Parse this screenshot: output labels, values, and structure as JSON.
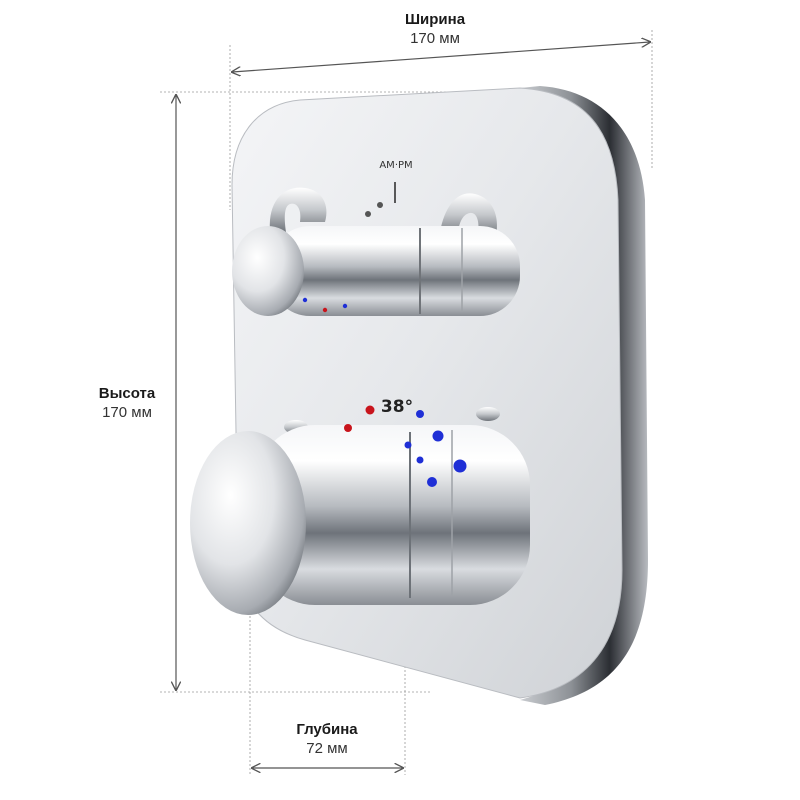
{
  "dimensions": {
    "width": {
      "title": "Ширина",
      "value": "170 мм"
    },
    "height": {
      "title": "Высота",
      "value": "170 мм"
    },
    "depth": {
      "title": "Глубина",
      "value": "72 мм"
    }
  },
  "product_markings": {
    "mode_label": "AM·PM",
    "temperature_label": "38°"
  },
  "colors": {
    "hot_marker": "#c8141c",
    "cold_marker": "#1f2fd6",
    "dimension_line": "#555555"
  }
}
